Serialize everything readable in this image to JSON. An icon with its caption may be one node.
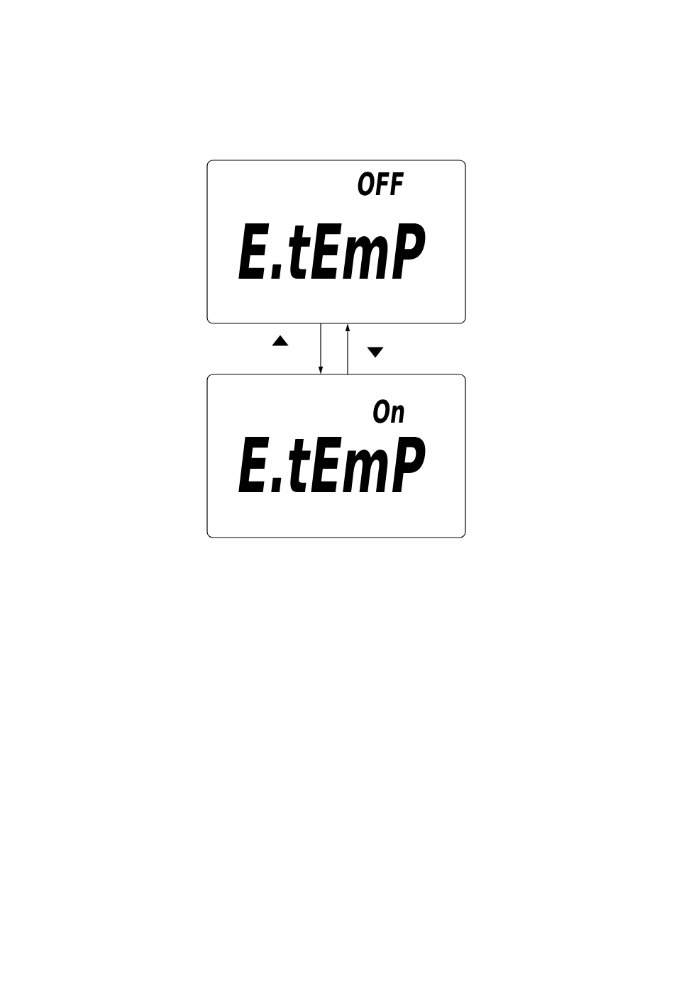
{
  "diagram": {
    "nodes": [
      {
        "text": [
          "OFF",
          "E.tEmP"
        ]
      },
      {
        "text": [
          "On",
          "E.tEmP"
        ]
      }
    ],
    "edges": [
      {
        "from": 0,
        "to": 1,
        "arrow": "to",
        "label": "▲"
      },
      {
        "from": 1,
        "to": 0,
        "arrow": "to",
        "label": "▼"
      }
    ]
  }
}
